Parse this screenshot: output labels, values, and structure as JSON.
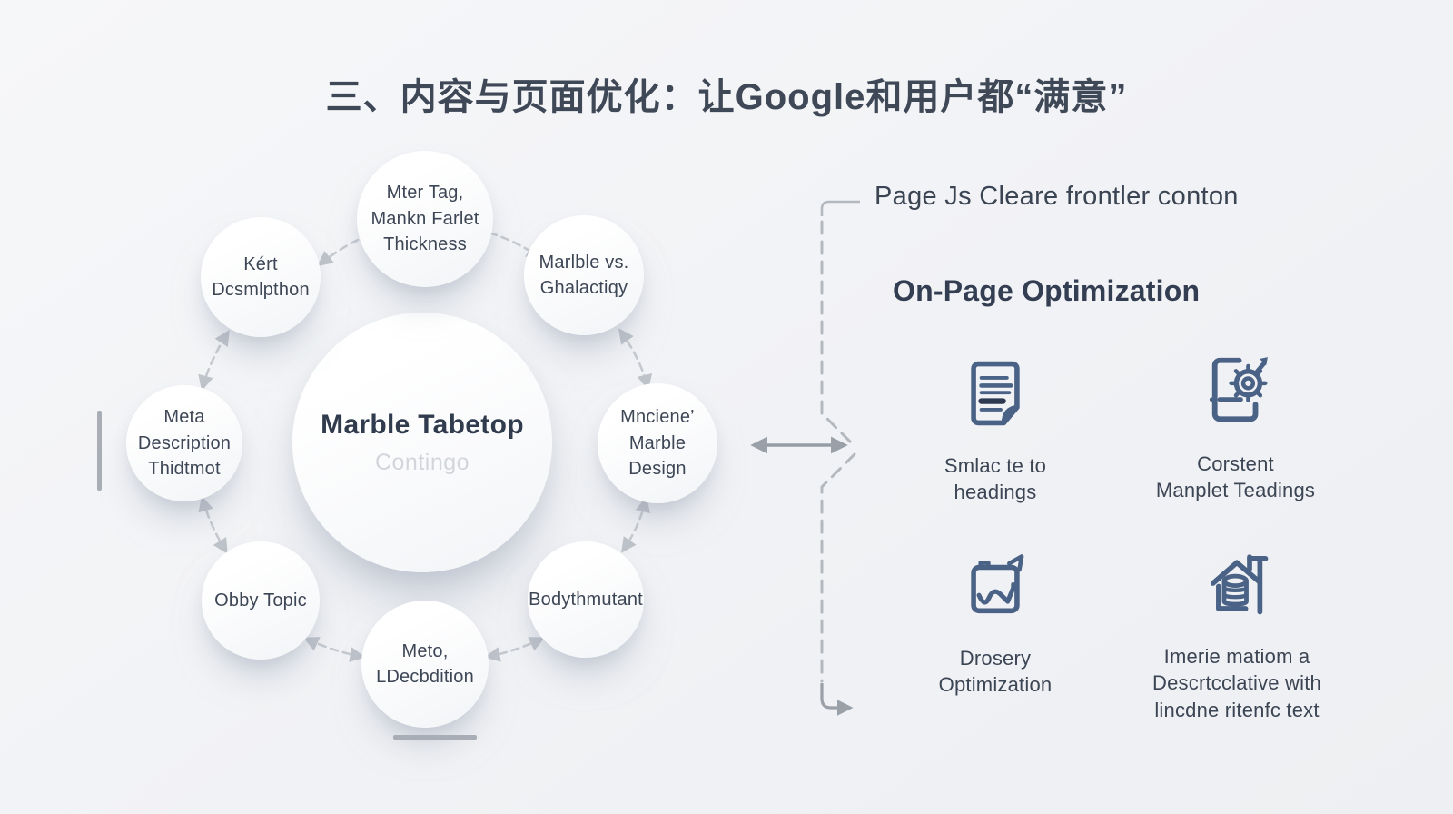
{
  "title": {
    "part1": "三、内容与页面优化：让",
    "part2": "Google",
    "part3": "和用户都“满意”"
  },
  "hub": {
    "center_title": "Marble Tabetop",
    "center_subtitle": "Contingo",
    "satellites": [
      {
        "name": "meta-tag-thickness",
        "text": "Mter Tag,\nMankn Farlet\nThickness"
      },
      {
        "name": "marble-vs-ghalactiqy",
        "text": "Marlble vs.\nGhalactiqy"
      },
      {
        "name": "mnciene-marble-design",
        "text": "Mnciene’\nMarble\nDesign"
      },
      {
        "name": "bodythmutant",
        "text": "Bodythmutant"
      },
      {
        "name": "meto-ldecbdition",
        "text": "Meto,\nLDecbdition"
      },
      {
        "name": "obby-topic",
        "text": "Obby Topic"
      },
      {
        "name": "meta-description-thidtmot",
        "text": "Meta\nDescription\nThidtmot"
      },
      {
        "name": "kert-dcsmlpthon",
        "text": "Kért\nDcsmlpthon"
      }
    ]
  },
  "panel": {
    "heading": "Page Js Cleare frontler conton",
    "subheading": "On-Page Optimization",
    "features": [
      {
        "icon": "document-lines-icon",
        "label": "Smlac te to\nheadings"
      },
      {
        "icon": "page-gear-arrow-icon",
        "label": "Corstent\nManplet Teadings"
      },
      {
        "icon": "chart-line-flag-icon",
        "label": "Drosery\nOptimization"
      },
      {
        "icon": "house-database-icon",
        "label": "Imerie matiom a\nDescrtcclative with\nlincdne ritenfc text"
      }
    ]
  },
  "colors": {
    "background": "#f2f3f5",
    "icon_accent": "#4a6286",
    "text_dark": "#3d4655",
    "muted_arrow": "#c0c4cb",
    "dark_arrow": "#9aa0a8",
    "subtitle_gray": "#d2d5db"
  }
}
